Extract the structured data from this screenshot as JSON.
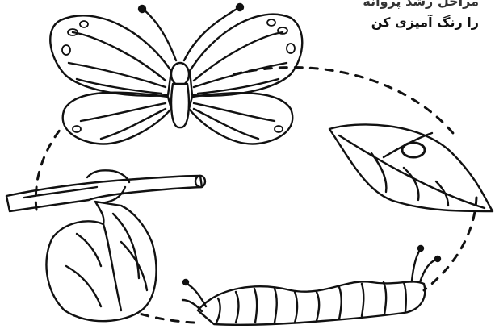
{
  "caption": {
    "line_1": "مراحل رشد پروانه",
    "line_2": "را رنگ آمیزی کن"
  },
  "stages": [
    "butterfly",
    "egg-on-leaf",
    "caterpillar",
    "chrysalis"
  ],
  "ink_color": "#111111",
  "paper_color": "#ffffff"
}
